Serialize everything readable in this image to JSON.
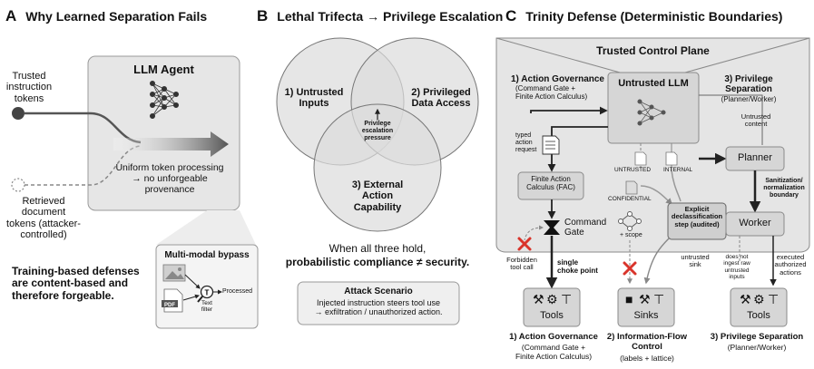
{
  "panel_a": {
    "letter": "A",
    "title": "Why Learned Separation Fails",
    "agent_label": "LLM Agent",
    "trusted_label": "Trusted\ninstruction\ntokens",
    "retrieved_label": "Retrieved\ndocument\ntokens (attacker-\ncontrolled)",
    "uniform_label": "Uniform token processing\n→ no unforgeable\nprovenance",
    "conclusion": "Training-based defenses\nare content-based and\ntherefore forgeable.",
    "bypass_title": "Multi-modal bypass",
    "pdf_label": "PDF",
    "text_filter_label": "Text\nfilter",
    "processed_label": "Processed"
  },
  "panel_b": {
    "letter": "B",
    "title": "Lethal Trifecta → Privilege Escalation",
    "circle1": "1) Untrusted\nInputs",
    "circle2": "2) Privileged\nData Access",
    "circle3": "3) External\nAction\nCapability",
    "center": "Privilege\nescalation\npressure",
    "statement_line1": "When all three hold,",
    "statement_line2": "probabilistic compliance ≠ security.",
    "scenario_title": "Attack Scenario",
    "scenario_text": "Injected instruction steers tool use\n→ exfiltration / unauthorized action."
  },
  "panel_c": {
    "letter": "C",
    "title": "Trinity Defense (Deterministic Boundaries)",
    "plane_title": "Trusted Control Plane",
    "action_gov_top": "1) Action Governance",
    "action_gov_top_sub": "(Command Gate +\nFinite Action Calculus)",
    "untrusted_llm": "Untrusted LLM",
    "priv_sep_top": "3) Privilege\nSeparation",
    "priv_sep_top_sub": "(Planner/Worker)",
    "untrusted_content": "Untrusted\ncontent",
    "typed_request": "typed\naction\nrequest",
    "untrusted_tag": "UNTRUSTED",
    "internal_tag": "INTERNAL",
    "confidential_tag": "CONFIDENTIAL",
    "fac": "Finite Action\nCalculus (FAC)",
    "command_gate": "Command\nGate",
    "scope": "+ scope",
    "declass": "Explicit\ndeclassification\nstep (audited)",
    "planner": "Planner",
    "sanitization": "Sanitization/\nnormalization\nboundary",
    "worker": "Worker",
    "forbidden": "Forbidden\ntool call",
    "choke": "single\nchoke point",
    "untrusted_sink": "untrusted\nsink",
    "no_ingest": "does not\ningest raw\nuntrusted\ninputs",
    "executed": "executed\nauthorized\nactions",
    "tools_left": "Tools",
    "sinks": "Sinks",
    "tools_right": "Tools",
    "bottom1": "1) Action Governance",
    "bottom1_sub": "(Command Gate +\nFinite Action Calculus)",
    "bottom2": "2) Information-Flow\nControl",
    "bottom2_sub": "(labels + lattice)",
    "bottom3": "3) Privilege Separation",
    "bottom3_sub": "(Planner/Worker)"
  },
  "colors": {
    "box_fill": "#e6e6e6",
    "box_stroke": "#8a8a8a",
    "circle_fill": "#dedede",
    "dark": "#222222",
    "red": "#d9342b"
  }
}
